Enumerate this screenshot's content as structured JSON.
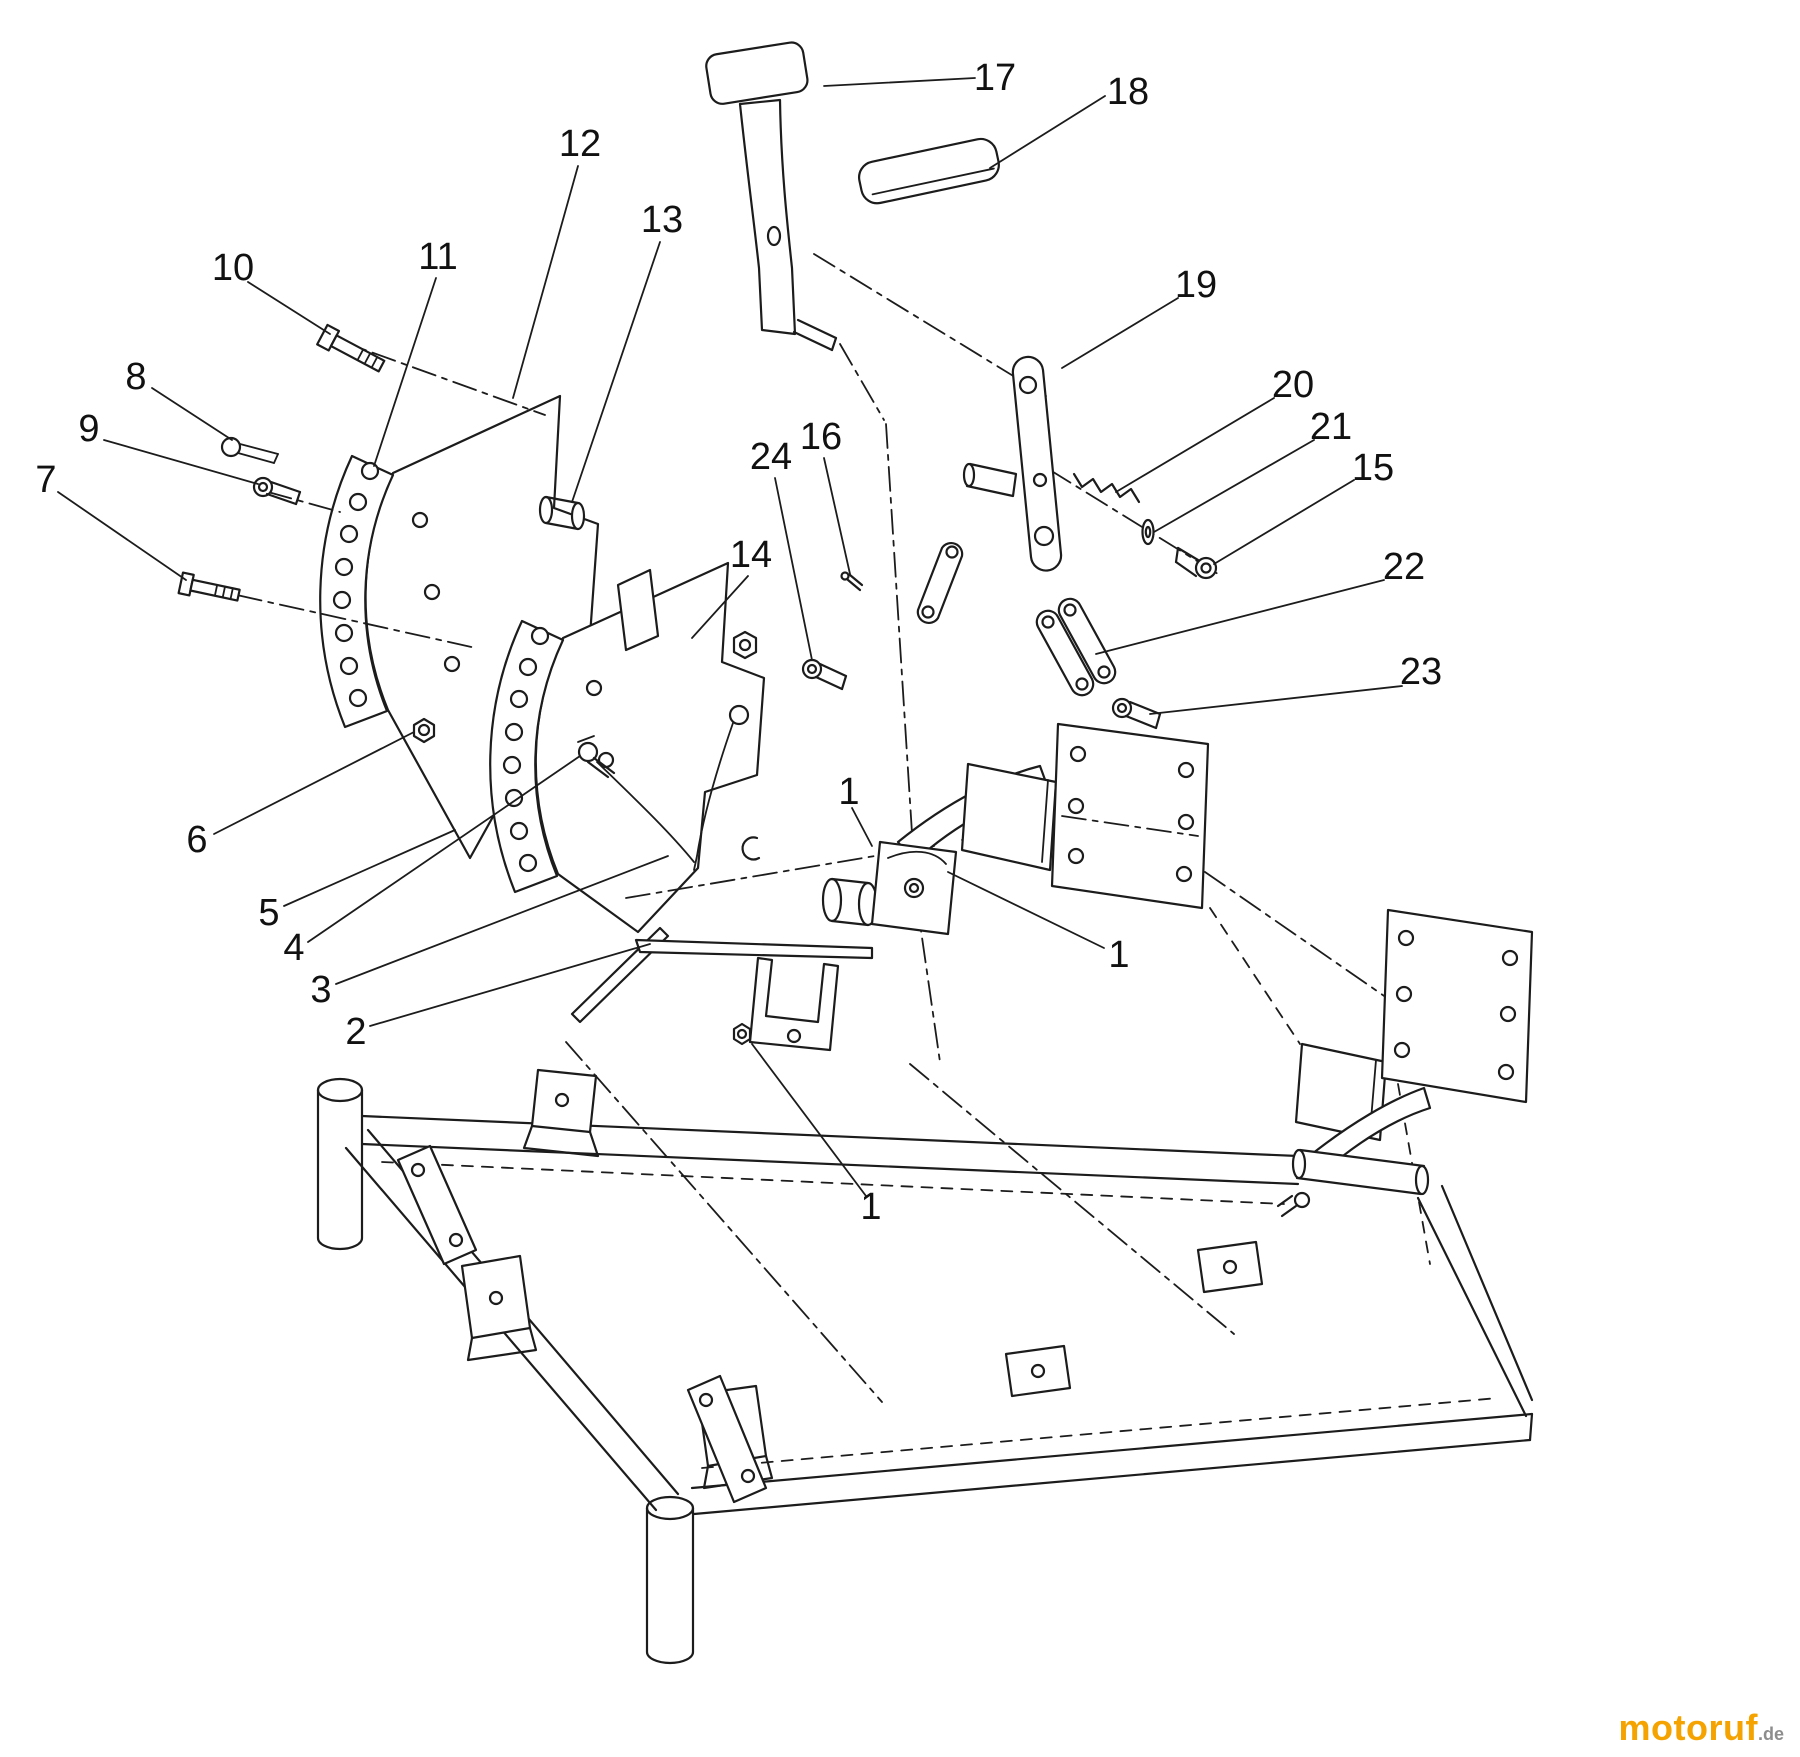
{
  "diagram": {
    "kind": "exploded-parts-diagram",
    "description": "Black line exploded parts drawing with numbered callouts 1-24"
  },
  "callouts": {
    "n1": "1",
    "n2": "2",
    "n3": "3",
    "n4": "4",
    "n5": "5",
    "n6": "6",
    "n7": "7",
    "n8": "8",
    "n9": "9",
    "n10": "10",
    "n11": "11",
    "n12": "12",
    "n13": "13",
    "n14": "14",
    "n15": "15",
    "n16": "16",
    "n17": "17",
    "n18": "18",
    "n19": "19",
    "n20": "20",
    "n21": "21",
    "n22": "22",
    "n23": "23",
    "n24": "24"
  },
  "watermark": {
    "brand": "motoruf",
    "tld": ".de"
  },
  "colors": {
    "line": "#1c1c1c",
    "background": "#ffffff",
    "watermark_brand": "#f5a300",
    "watermark_tld": "#8d8d8d"
  }
}
